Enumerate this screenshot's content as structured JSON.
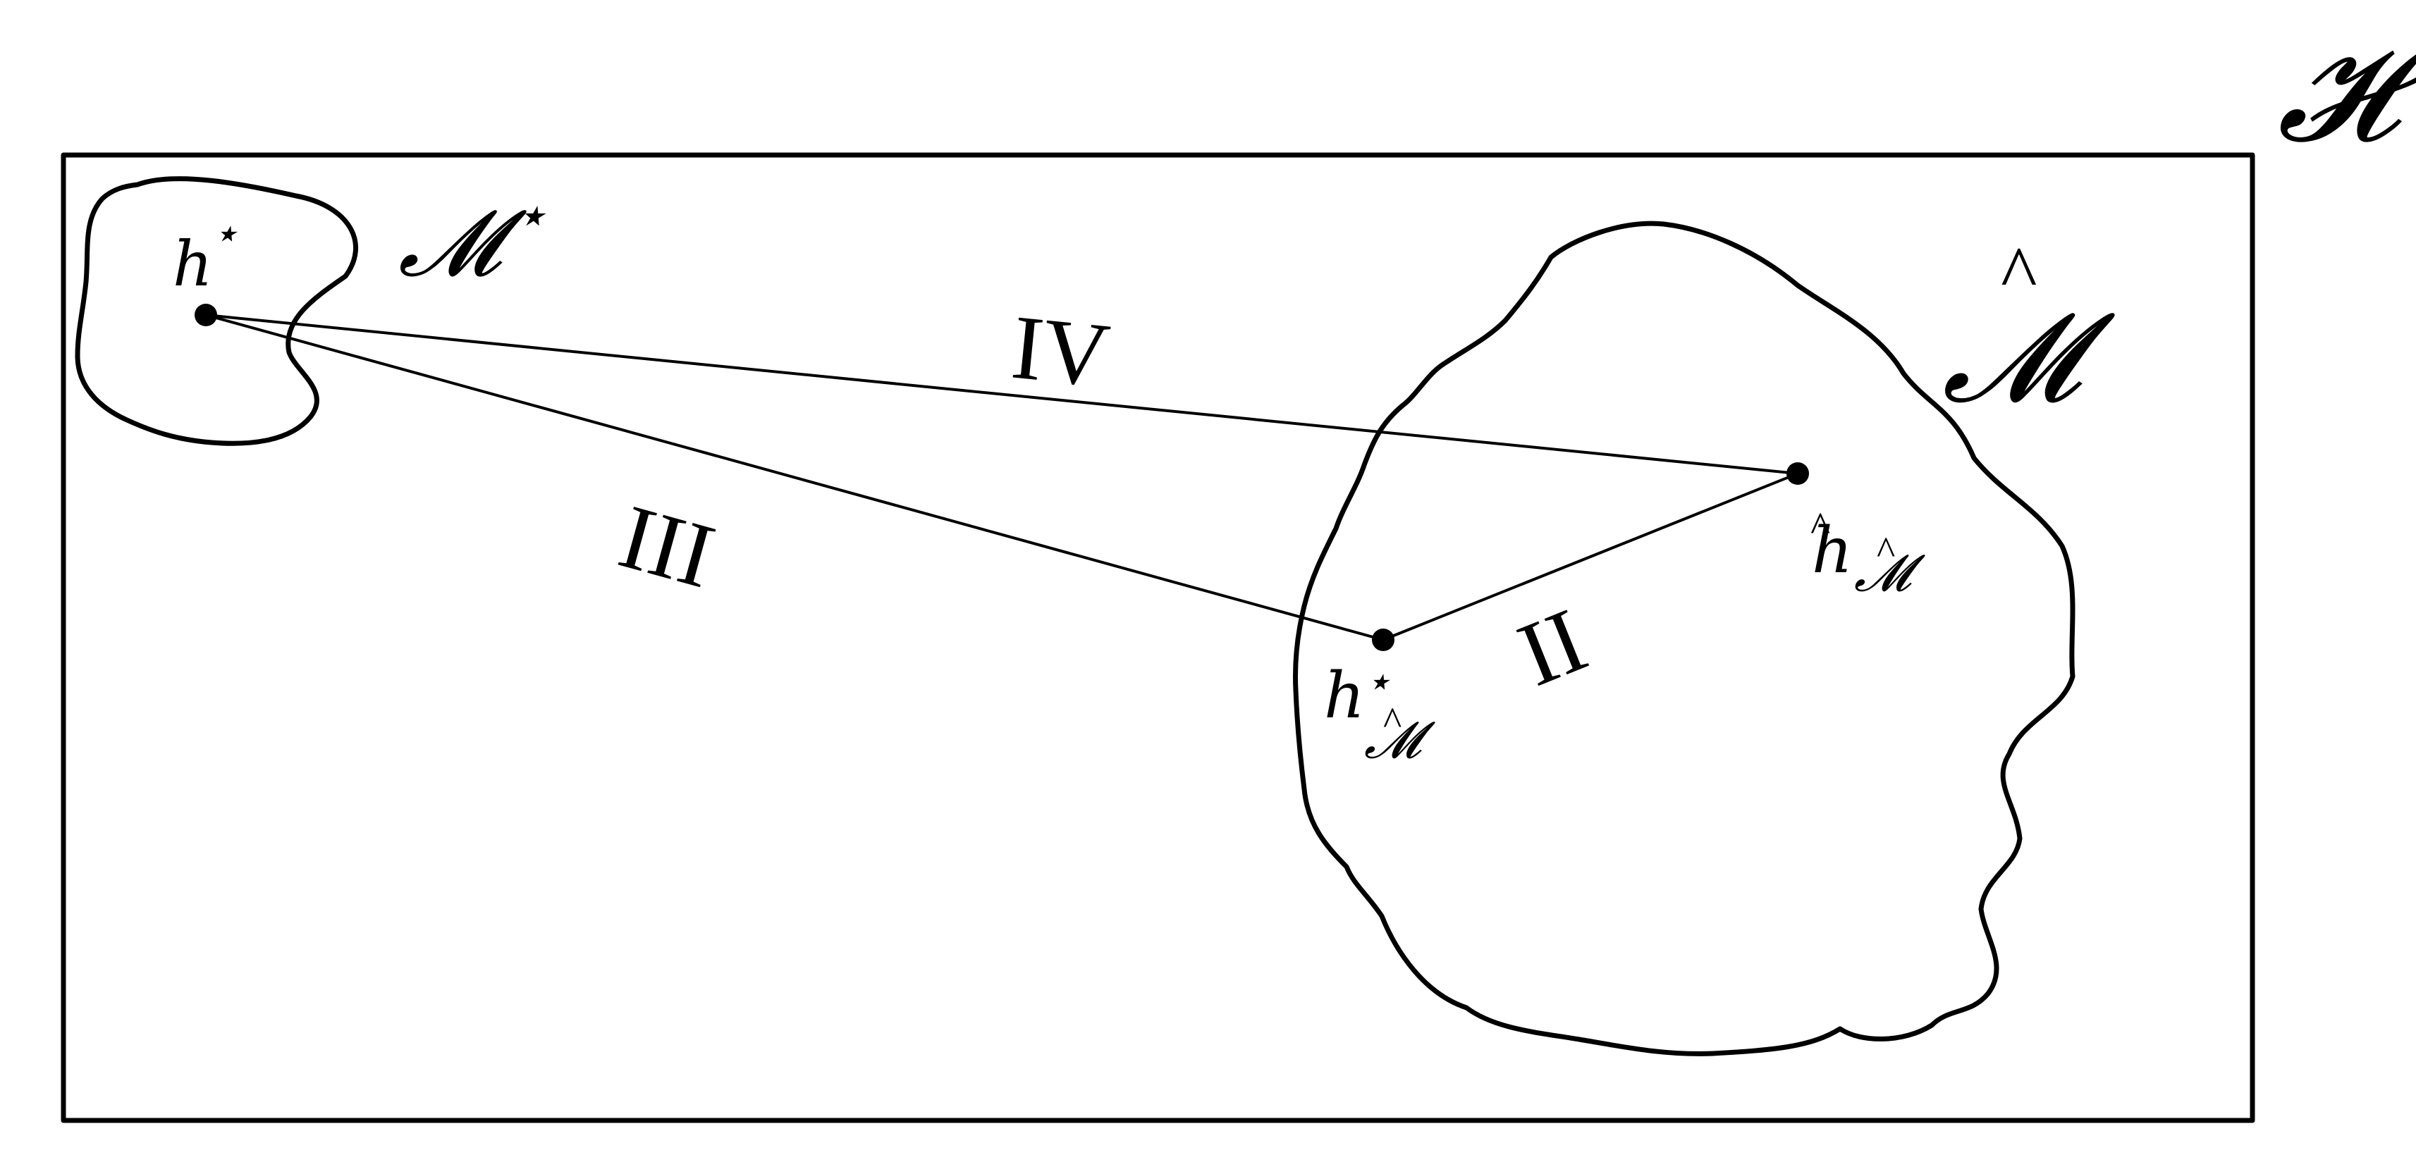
{
  "space": {
    "label": "𝓗"
  },
  "regions": {
    "true_model": {
      "label": "𝓜",
      "superscript": "⋆"
    },
    "estimated_model": {
      "label": "𝓜",
      "accent": "^"
    }
  },
  "points": {
    "h_star": {
      "base": "h",
      "superscript": "⋆"
    },
    "h_star_m_hat": {
      "base": "h",
      "superscript": "⋆",
      "subscript": "𝓜",
      "subscript_accent": "^"
    },
    "h_hat_m_hat": {
      "base": "h",
      "accent": "^",
      "subscript": "𝓜",
      "subscript_accent": "^"
    }
  },
  "segments": {
    "ii": "II",
    "iii": "III",
    "iv": "IV"
  }
}
